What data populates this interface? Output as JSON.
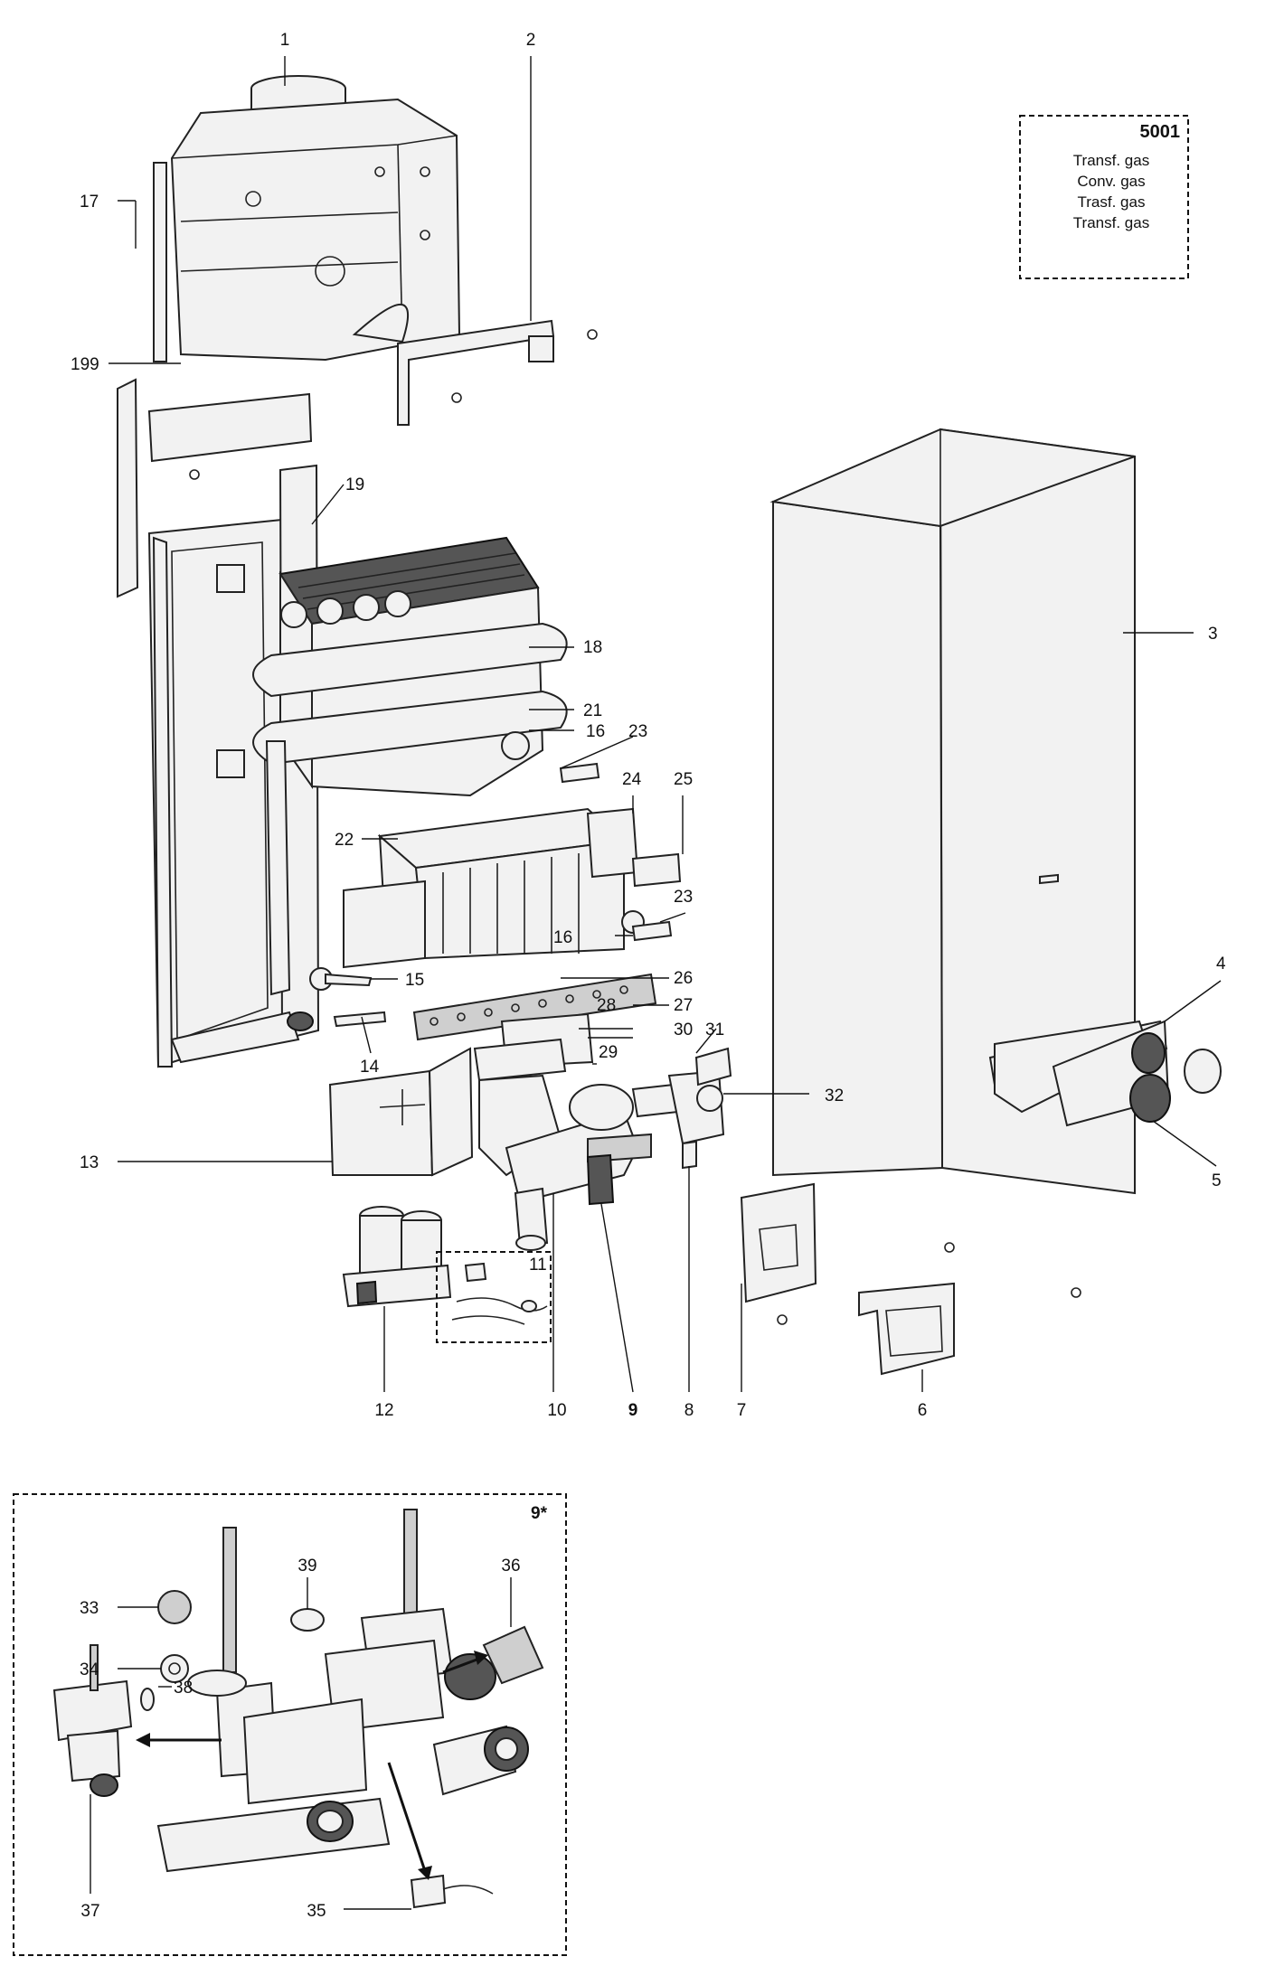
{
  "gas_box": {
    "code": "5001",
    "lines": [
      "Transf. gas",
      "Conv. gas",
      "Trasf. gas",
      "Transf. gas"
    ]
  },
  "callouts": {
    "c1": "1",
    "c2": "2",
    "c3": "3",
    "c4": "4",
    "c5": "5",
    "c6": "6",
    "c7": "7",
    "c8": "8",
    "c9": "9",
    "c10": "10",
    "c11": "11",
    "c12": "12",
    "c13": "13",
    "c14": "14",
    "c15": "15",
    "c16a": "16",
    "c16b": "16",
    "c17": "17",
    "c18": "18",
    "c19": "19",
    "c199": "199",
    "c21": "21",
    "c22": "22",
    "c23a": "23",
    "c23b": "23",
    "c24": "24",
    "c25": "25",
    "c26": "26",
    "c27": "27",
    "c28": "28",
    "c29": "29",
    "c30": "30",
    "c31": "31",
    "c32": "32"
  },
  "detail": {
    "label": "9*",
    "callouts": {
      "c33": "33",
      "c34": "34",
      "c35": "35",
      "c36": "36",
      "c37": "37",
      "c38": "38",
      "c39": "39"
    }
  }
}
